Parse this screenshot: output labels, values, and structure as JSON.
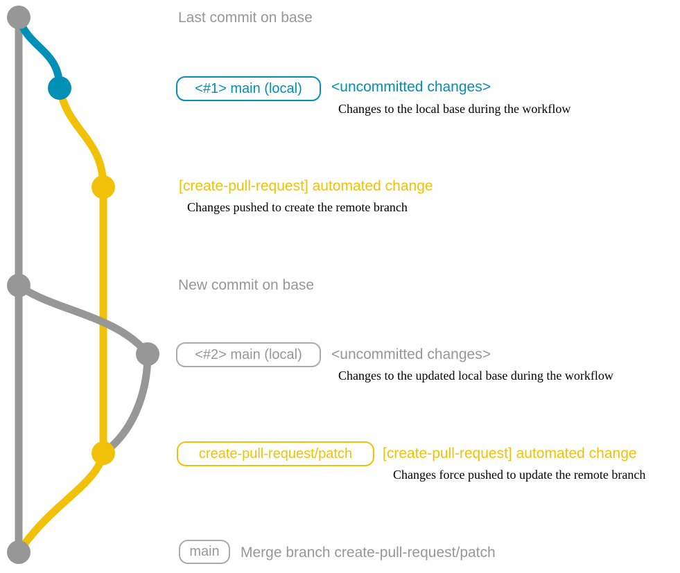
{
  "diagram": {
    "background": "#ffffff",
    "colors": {
      "base_gray": "#979797",
      "local_blue": "#008fb5",
      "branch_yellow": "#f1c109",
      "note_black": "#000000"
    },
    "graph": {
      "branches": [
        {
          "name": "base",
          "color": "#979797"
        },
        {
          "name": "main (local)",
          "color": "#008fb5"
        },
        {
          "name": "create-pull-request/patch",
          "color": "#f1c109"
        }
      ],
      "commits": [
        {
          "id": "last-commit-on-base",
          "branch": "base"
        },
        {
          "id": "local-main-1",
          "branch": "main (local)"
        },
        {
          "id": "automated-change-1",
          "branch": "create-pull-request/patch"
        },
        {
          "id": "new-commit-on-base",
          "branch": "base"
        },
        {
          "id": "local-main-2",
          "branch": "main (local)"
        },
        {
          "id": "automated-change-2",
          "branch": "create-pull-request/patch"
        },
        {
          "id": "merge-commit",
          "branch": "base"
        }
      ]
    },
    "rows": {
      "last_commit": {
        "text": "Last commit on base"
      },
      "row1": {
        "badge": "<#1> main (local)",
        "title": "<uncommitted changes>",
        "desc": "Changes to the local base during the workflow"
      },
      "row2": {
        "title": "[create-pull-request] automated change",
        "desc": "Changes pushed to create the remote branch"
      },
      "new_commit": {
        "text": "New commit on base"
      },
      "row3": {
        "badge": "<#2> main (local)",
        "title": "<uncommitted changes>",
        "desc": "Changes to the updated local base during the workflow"
      },
      "row4": {
        "badge": "create-pull-request/patch",
        "title": "[create-pull-request] automated change",
        "desc": "Changes force pushed to update the remote branch"
      },
      "row5": {
        "badge": "main",
        "title": "Merge branch create-pull-request/patch"
      }
    }
  }
}
